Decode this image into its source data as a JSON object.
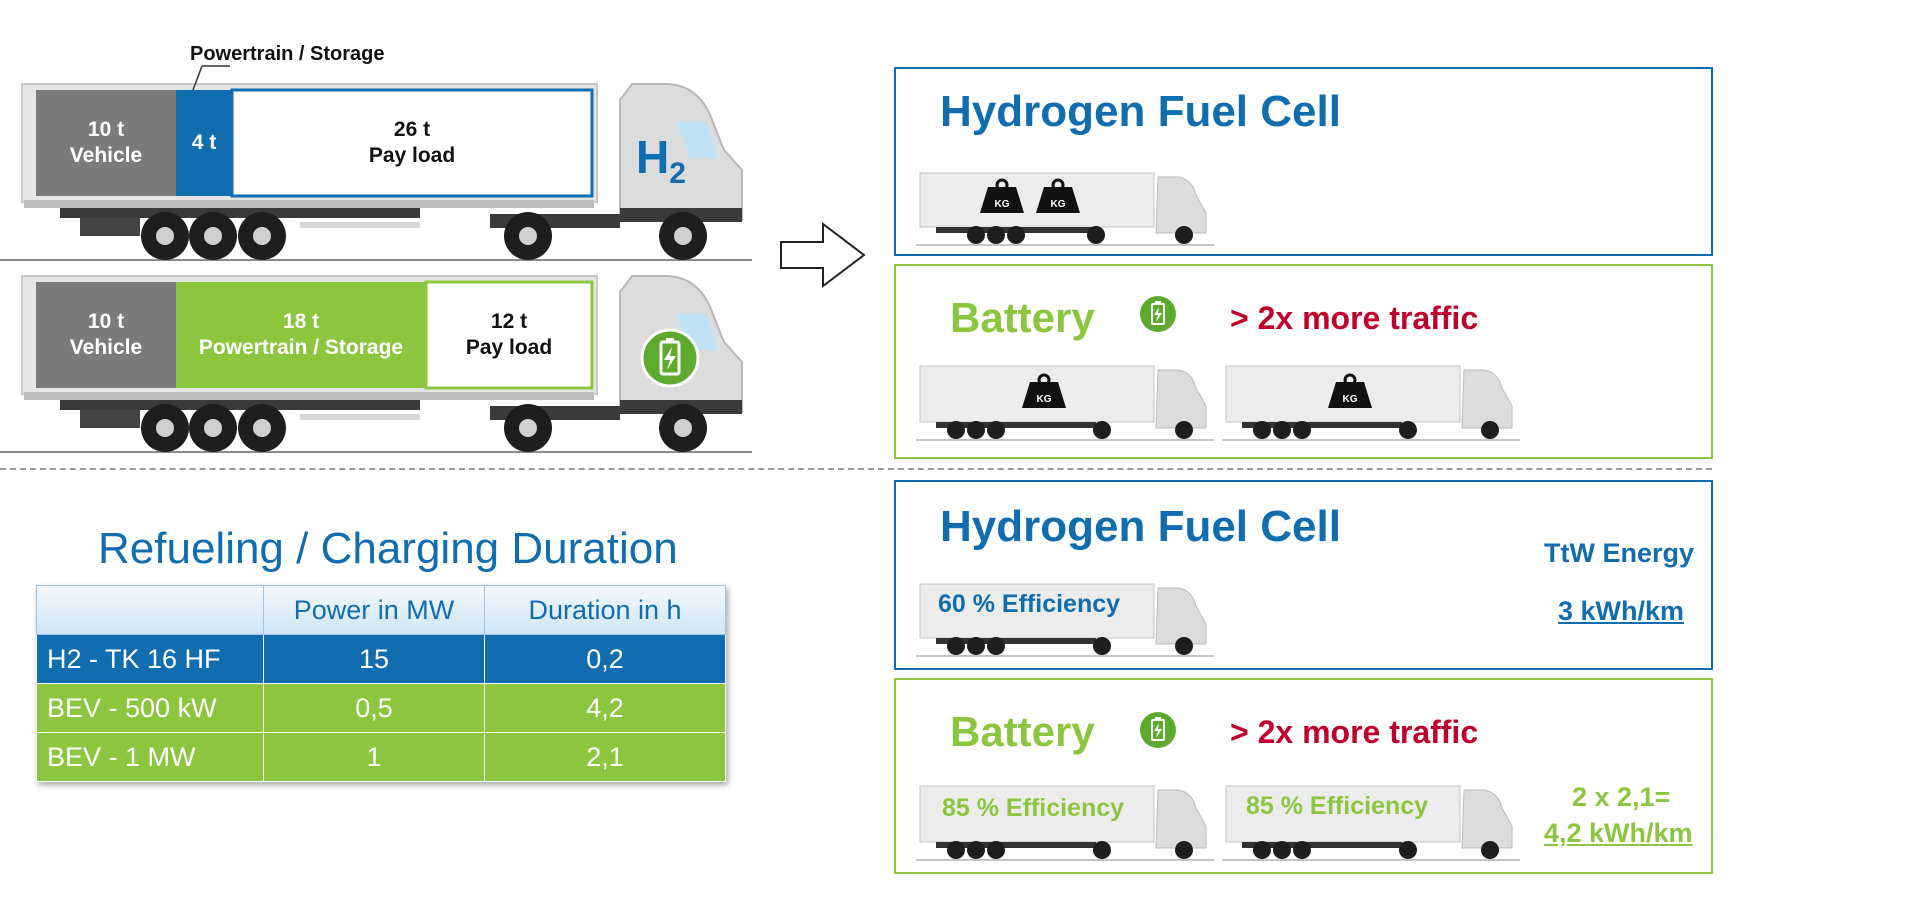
{
  "top_left": {
    "h2_truck": {
      "header_label": "Powertrain / Storage",
      "vehicle_weight": "10 t",
      "vehicle_label": "Vehicle",
      "storage_weight": "4 t",
      "payload_weight": "26 t",
      "payload_label": "Pay load",
      "fuel_symbol": "H",
      "fuel_subscript": "2"
    },
    "bev_truck": {
      "vehicle_weight": "10 t",
      "vehicle_label": "Vehicle",
      "storage_weight": "18 t",
      "storage_label": "Powertrain / Storage",
      "payload_weight": "12 t",
      "payload_label": "Pay load",
      "icon": "battery-bolt-icon"
    }
  },
  "arrow_icon": "right-arrow-icon",
  "panels": {
    "h2_weight": {
      "title": "Hydrogen Fuel Cell",
      "weight_badge": "KG",
      "weight_count": 2
    },
    "bev_weight": {
      "title": "Battery",
      "traffic_note": "> 2x more traffic",
      "weight_badge": "KG",
      "trucks": 2
    },
    "h2_energy": {
      "title": "Hydrogen Fuel Cell",
      "efficiency": "60 % Efficiency",
      "ttw_heading": "TtW Energy",
      "ttw_value": "3 kWh/km"
    },
    "bev_energy": {
      "title": "Battery",
      "traffic_note": "> 2x more traffic",
      "efficiency_1": "85 % Efficiency",
      "efficiency_2": "85 % Efficiency",
      "calc_line": "2 x 2,1=",
      "ttw_value": "4,2 kWh/km"
    }
  },
  "refuel_table": {
    "title": "Refueling / Charging Duration",
    "headers": [
      "",
      "Power in MW",
      "Duration in h"
    ],
    "rows": [
      [
        "H2 - TK 16 HF",
        "15",
        "0,2"
      ],
      [
        "BEV - 500 kW",
        "0,5",
        "4,2"
      ],
      [
        "BEV - 1 MW",
        "1",
        "2,1"
      ]
    ]
  },
  "colors": {
    "blue": "#0f6db0",
    "green": "#8cc63f",
    "red": "#c0002a",
    "grey": "#777777"
  }
}
